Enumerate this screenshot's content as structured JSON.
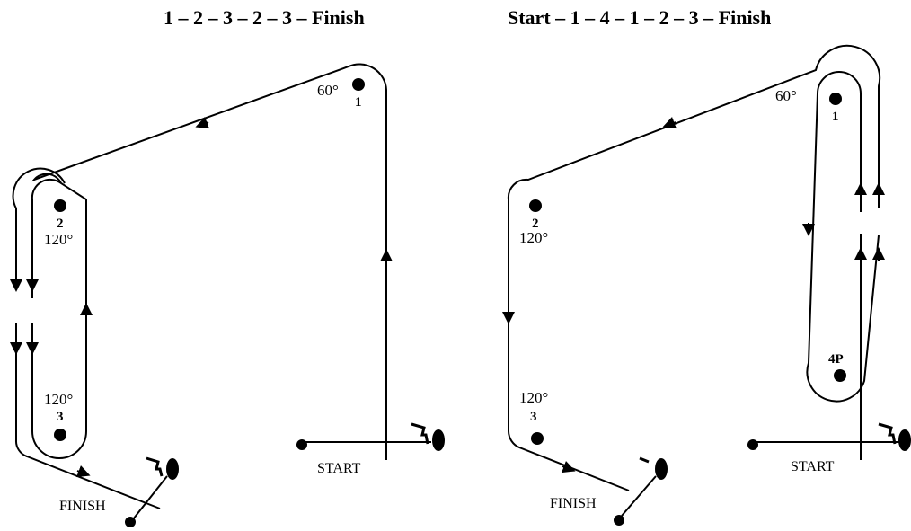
{
  "left": {
    "title": "1 – 2 – 3 – 2 – 3 – Finish",
    "markers": [
      {
        "number": "1",
        "angle": "60°"
      },
      {
        "number": "2",
        "angle": "120°"
      },
      {
        "number": "3",
        "angle": "120°"
      }
    ],
    "start_label": "START",
    "finish_label": "FINISH"
  },
  "right": {
    "title": "Start – 1 – 4 – 1 – 2 – 3 – Finish",
    "markers": [
      {
        "number": "1",
        "angle": "60°"
      },
      {
        "number": "2",
        "angle": "120°"
      },
      {
        "number": "3",
        "angle": "120°"
      },
      {
        "number": "4P",
        "angle": ""
      }
    ],
    "start_label": "START",
    "finish_label": "FINISH"
  }
}
